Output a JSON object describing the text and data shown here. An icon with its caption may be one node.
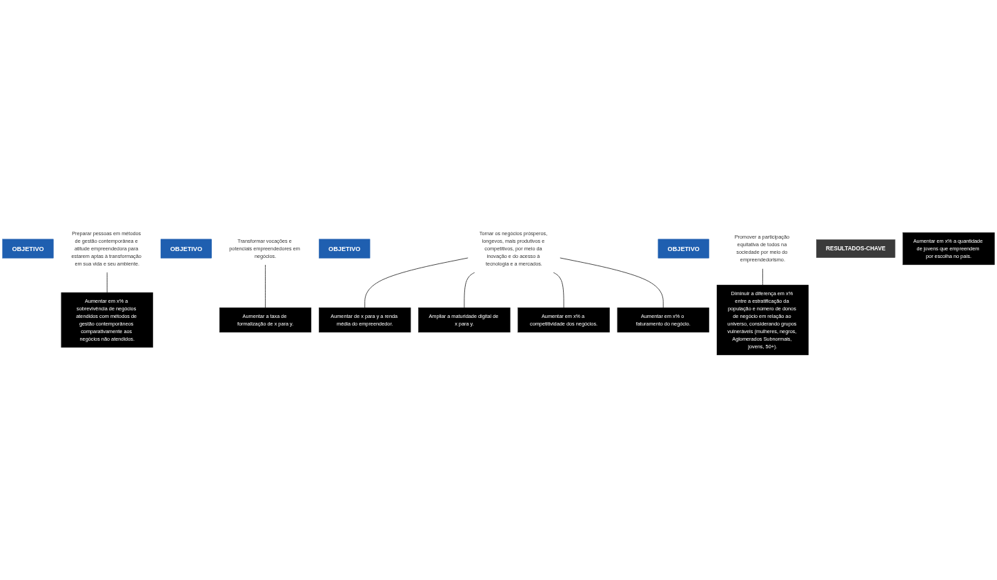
{
  "diagram": {
    "nodes": [
      {
        "text": [
          "OBJETIVO"
        ]
      },
      {
        "text": [
          "Preparar pessoas em métodos de gestão contemporânea e atitude empreendedora para estarem aptas à transformação em sua vida e seu ambiente."
        ]
      },
      {
        "text": [
          "OBJETIVO"
        ]
      },
      {
        "text": [
          "Transformar vocações e potenciais empreendedores em negócios."
        ]
      },
      {
        "text": [
          "OBJETIVO"
        ]
      },
      {
        "text": [
          "Tornar os negócios prósperos, longevos, mais produtivos e competitivos, por meio da inovação e do acesso à tecnologia e a mercados."
        ]
      },
      {
        "text": [
          "OBJETIVO"
        ]
      },
      {
        "text": [
          "Promover a participação equitativa de todos na sociedade por meio do empreendedorismo."
        ]
      },
      {
        "text": [
          "RESULTADOS-CHAVE"
        ]
      },
      {
        "text": [
          "Aumentar em x% a sobrevivência de negócios atendidos com métodos de gestão contemporâneos comparativamente aos negócios não atendidos."
        ]
      },
      {
        "text": [
          "Aumentar em x% a quantidade de jovens que empreendem por escolha no país."
        ]
      },
      {
        "text": [
          "Aumentar a taxa de formalização de x para y."
        ]
      },
      {
        "text": [
          "Aumentar de x para y a renda média do empreendedor."
        ]
      },
      {
        "text": [
          "Ampliar a maturidade digital de x para y."
        ]
      },
      {
        "text": [
          "Aumentar em x% a competitividade dos negócios."
        ]
      },
      {
        "text": [
          "Aumentar em x% o faturamento do negócio."
        ]
      },
      {
        "text": [
          "Diminuir a diferença em x% entre a estratificação da população e número de donos de negócio em relação ao universo, considerando grupos vulneráveis (mulheres, negros, Aglomerados Subnormais, jovens, 50+)."
        ]
      }
    ],
    "edges": [
      {
        "from": 1,
        "to": 9,
        "arrow": "none"
      },
      {
        "from": 3,
        "to": 11,
        "arrow": "none"
      },
      {
        "from": 5,
        "to": 12,
        "arrow": "none"
      },
      {
        "from": 5,
        "to": 13,
        "arrow": "none"
      },
      {
        "from": 5,
        "to": 14,
        "arrow": "none"
      },
      {
        "from": 5,
        "to": 15,
        "arrow": "none"
      },
      {
        "from": 7,
        "to": 16,
        "arrow": "none"
      }
    ]
  }
}
